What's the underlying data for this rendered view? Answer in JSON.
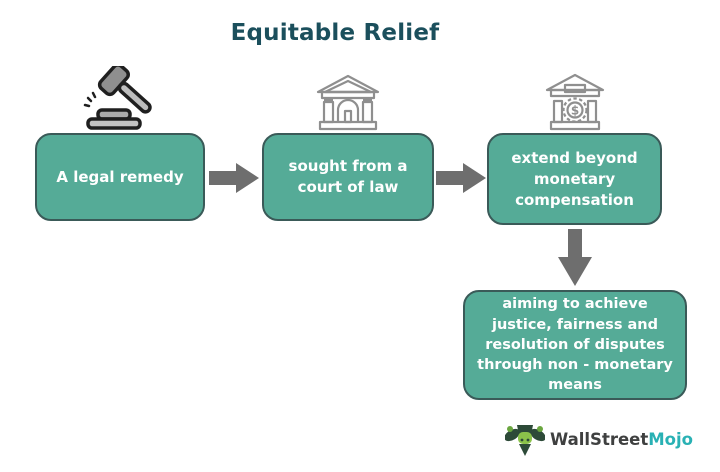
{
  "title": "Equitable Relief",
  "colors": {
    "title_color": "#1b4f5c",
    "box_fill": "#55ab97",
    "box_border": "#3a5a58",
    "box_text": "#ffffff",
    "arrow": "#6e6e6e",
    "icon_gray": "#8f8f8f",
    "gavel_dark": "#1f1f1f",
    "logo_wallstreet": "#3f4040",
    "logo_mojo": "#29b1b4",
    "logo_green": "#6aa63f",
    "logo_dark": "#2d4a38"
  },
  "flow": {
    "steps": [
      {
        "label": "A legal remedy",
        "icon": "gavel-icon"
      },
      {
        "label": "sought from a court of law",
        "icon": "courthouse-icon"
      },
      {
        "label": "extend beyond monetary compensation",
        "icon": "bank-dollar-icon"
      },
      {
        "label": "aiming to achieve justice, fairness and resolution of disputes through non - monetary means",
        "icon": "none"
      }
    ]
  },
  "icons": {
    "currency_symbol": "$"
  },
  "logo": {
    "icon": "bull-icon",
    "text_primary": "WallStreet",
    "text_secondary": "Mojo"
  }
}
